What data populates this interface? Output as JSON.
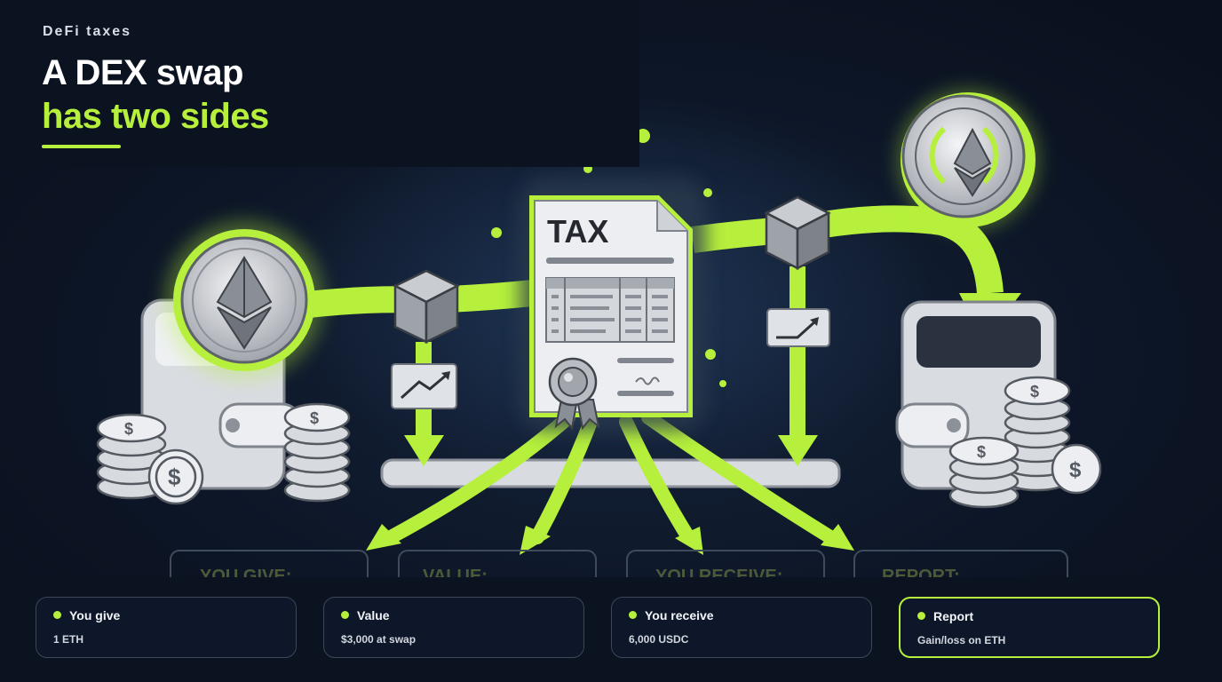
{
  "header": {
    "kicker": "DeFi taxes",
    "headline_line1": "A DEX swap",
    "headline_line2": "has two sides"
  },
  "illustration": {
    "document_title": "TAX",
    "faded_labels": [
      "YOU GIVE:",
      "VALUE:",
      "YOU RECEIVE:",
      "REPORT:"
    ]
  },
  "cards": [
    {
      "label": "You give",
      "value": "1 ETH"
    },
    {
      "label": "Value",
      "value": "$3,000 at swap"
    },
    {
      "label": "You receive",
      "value": "6,000 USDC"
    },
    {
      "label": "Report",
      "value": "Gain/loss on ETH"
    }
  ],
  "colors": {
    "accent": "#b6f03c",
    "background": "#0c1424",
    "panel": "#0b1220"
  }
}
